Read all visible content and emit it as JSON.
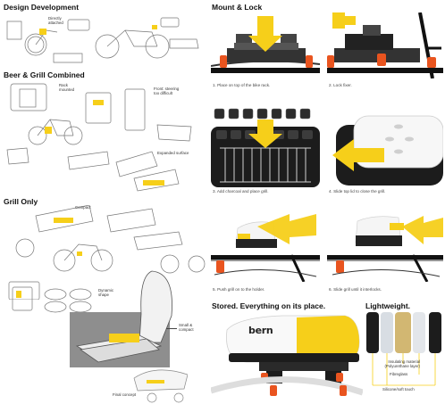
{
  "left": {
    "sections": [
      {
        "title": "Design Development"
      },
      {
        "title": "Beer & Grill Combined"
      },
      {
        "title": "Grill Only"
      }
    ],
    "notes": {
      "directly_attached": "Directly\nattached",
      "rack_mounted": "Rack\nmounted",
      "front_steering": "Front: steering\ntoo difficult",
      "expanded_surface": "Expanded surface",
      "compact": "Compact",
      "dynamic_shape": "Dynamic\nshape",
      "small_compact": "Small &\ncompact",
      "final_concept": "Final concept"
    }
  },
  "right": {
    "mount_title": "Mount & Lock",
    "steps": [
      {
        "caption": "1. Place on top of the bike rack."
      },
      {
        "caption": "2. Lock fixer."
      },
      {
        "caption": "3. Add charcoal and place grill."
      },
      {
        "caption": "4. Slide top lid to close the grill."
      },
      {
        "caption": "5. Push grill on to the holder."
      },
      {
        "caption": "6. Slide grill until it interlocks."
      }
    ],
    "stored_title": "Stored. Everything on its place.",
    "brand": "bern",
    "light_title": "Lightweight.",
    "layers": {
      "insulating": "Insulating material\n(Polyurethane layer)",
      "fibreglass": "Fibreglass",
      "silicone": "Silicone/soft touch"
    }
  },
  "colors": {
    "accent": "#f6cf1a",
    "orange": "#e9541f",
    "dark": "#1c1c1c"
  }
}
